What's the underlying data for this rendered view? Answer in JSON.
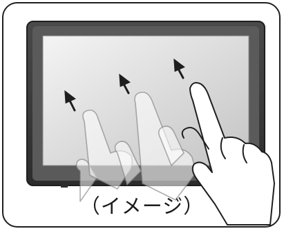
{
  "caption": "（イメージ）",
  "illustration": {
    "subject": "tablet-display",
    "gesture": "swipe-up",
    "arrows": 3,
    "colors": {
      "bezel": "#3a3a3a",
      "screen_light": "#f2f2f2",
      "screen_dark": "#c9c9c9",
      "outline": "#1e1e1e",
      "hand": "#ffffff"
    }
  }
}
